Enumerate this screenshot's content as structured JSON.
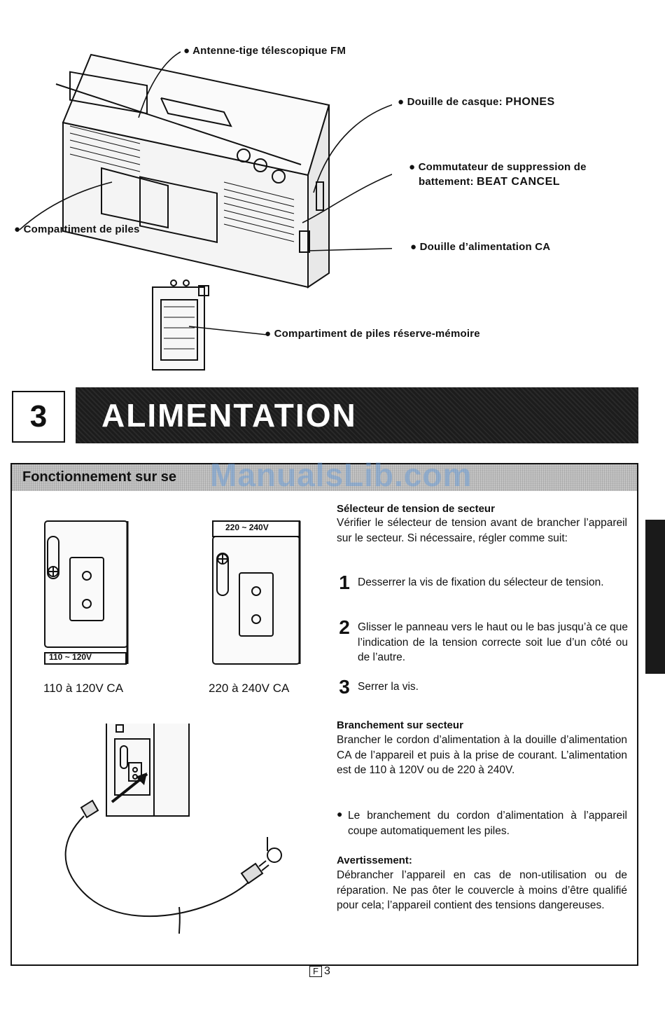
{
  "callouts": {
    "antenna": "Antenne-tige télescopique FM",
    "phones_label": "Douille de casque: ",
    "phones_name": "PHONES",
    "beat_line1": "Commutateur de suppression de",
    "beat_label": "battement: ",
    "beat_name": "BEAT CANCEL",
    "battery": "Compartiment de piles",
    "ac_socket": "Douille d’alimentation CA",
    "memory_battery": "Compartiment de piles réserve-mémoire"
  },
  "section": {
    "number": "3",
    "title": "ALIMENTATION"
  },
  "subsection": {
    "title": "Fonctionnement sur se",
    "watermark": "ManualsLib.com"
  },
  "figures": {
    "panel_left_voltage": "110 ~ 120V",
    "panel_right_voltage": "220 ~ 240V",
    "caption_left": "110 à 120V CA",
    "caption_right": "220 à 240V CA"
  },
  "voltage_selector": {
    "heading": "Sélecteur de tension de secteur",
    "intro": "Vérifier le sélecteur de tension avant de brancher l’appareil sur le secteur. Si nécessaire, régler comme suit:",
    "steps": [
      {
        "num": "1",
        "text": "Desserrer la vis de fixation du sélecteur de tension."
      },
      {
        "num": "2",
        "text": "Glisser le panneau vers le haut ou le bas jusqu’à ce que l’indication de la tension correcte soit lue d’un côté ou de l’autre."
      },
      {
        "num": "3",
        "text": "Serrer la vis."
      }
    ]
  },
  "mains": {
    "heading": "Branchement sur secteur",
    "text": "Brancher le cordon d’alimentation à la douille d’alimentation CA de l’appareil et puis à la prise de courant. L’alimentation est de 110 à 120V ou de 220 à 240V.",
    "bullet": "Le branchement du cordon d’alimentation à l’appareil coupe automatiquement les piles."
  },
  "warning": {
    "heading": "Avertissement:",
    "text": "Débrancher l’appareil en cas de non-utilisation ou de réparation. Ne pas ôter le couvercle à moins d’être qualifié pour cela; l’appareil contient des tensions dangereuses."
  },
  "footer": {
    "lang": "F",
    "page": "3"
  }
}
